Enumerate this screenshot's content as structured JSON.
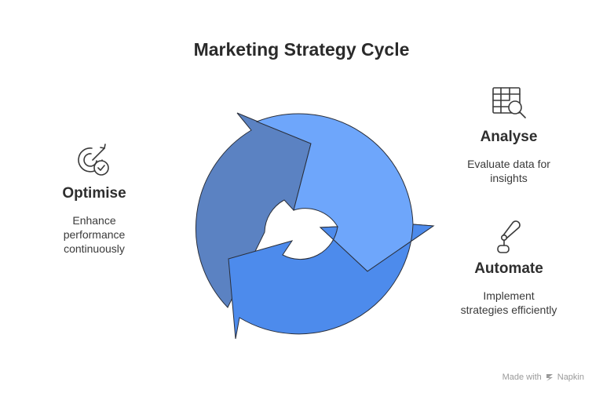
{
  "title": "Marketing Strategy Cycle",
  "steps": [
    {
      "id": "analyse",
      "heading": "Analyse",
      "desc": [
        "Evaluate data for",
        "insights"
      ],
      "icon": "table-search-icon"
    },
    {
      "id": "automate",
      "heading": "Automate",
      "desc": [
        "Implement",
        "strategies efficiently"
      ],
      "icon": "joystick-icon"
    },
    {
      "id": "optimise",
      "heading": "Optimise",
      "desc": [
        "Enhance",
        "performance",
        "continuously"
      ],
      "icon": "target-check-icon"
    }
  ],
  "colors": {
    "arrow_analyse": "#6ea6fb",
    "arrow_automate": "#4d8bec",
    "arrow_optimise": "#5b82c2",
    "outline": "#2a2f3a"
  },
  "footer": {
    "prefix": "Made with",
    "brand": "Napkin"
  }
}
